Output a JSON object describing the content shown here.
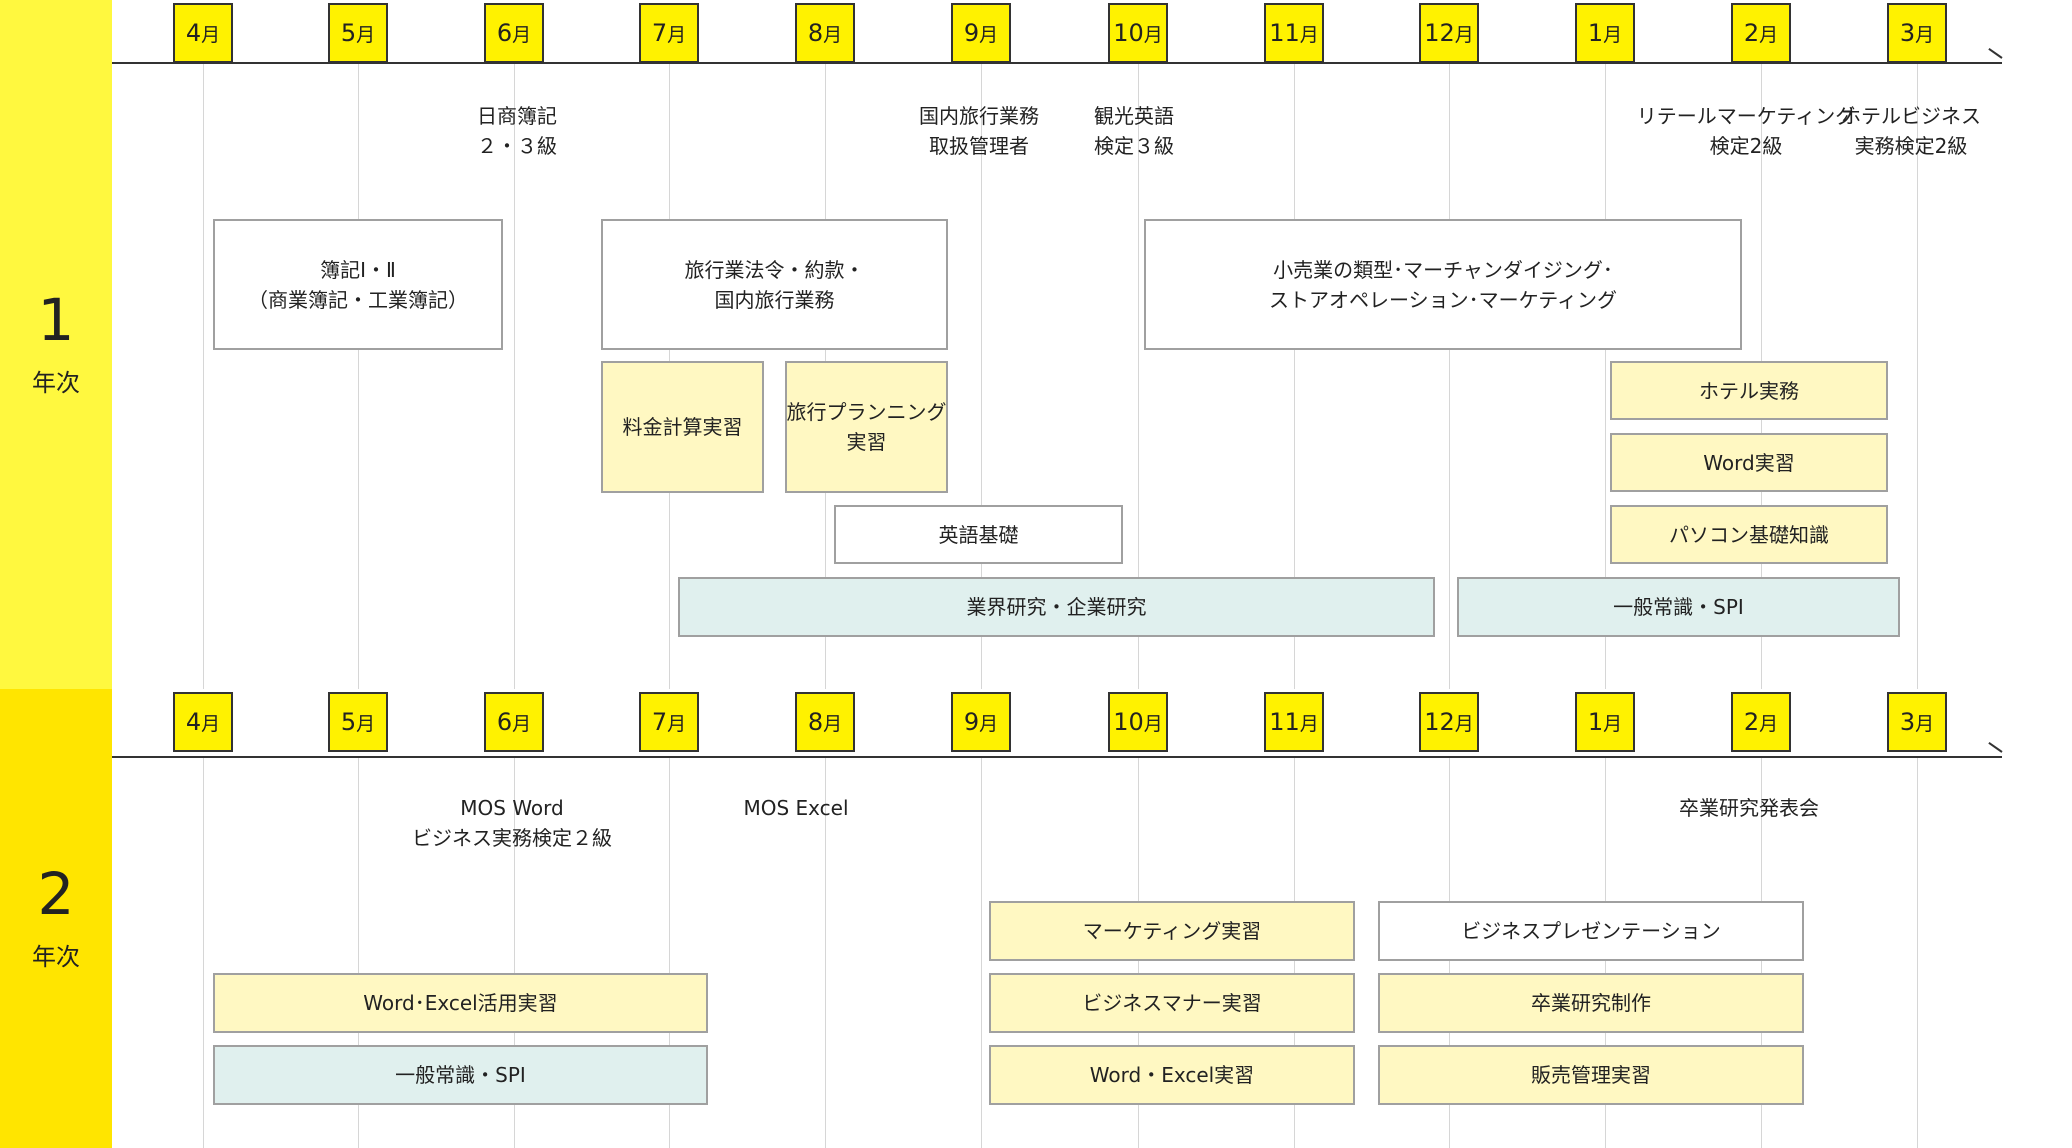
{
  "colors": {
    "year1_band": "#FFF83F",
    "year2_band": "#FFE500",
    "month_badge": "#FFF200",
    "box_white": "#ffffff",
    "box_cream": "#FFF8C2",
    "box_teal": "#E0F0EE"
  },
  "months": [
    {
      "num": "4",
      "unit": "月"
    },
    {
      "num": "5",
      "unit": "月"
    },
    {
      "num": "6",
      "unit": "月"
    },
    {
      "num": "7",
      "unit": "月"
    },
    {
      "num": "8",
      "unit": "月"
    },
    {
      "num": "9",
      "unit": "月"
    },
    {
      "num": "10",
      "unit": "月"
    },
    {
      "num": "11",
      "unit": "月"
    },
    {
      "num": "12",
      "unit": "月"
    },
    {
      "num": "1",
      "unit": "月"
    },
    {
      "num": "2",
      "unit": "月"
    },
    {
      "num": "3",
      "unit": "月"
    }
  ],
  "year1": {
    "number": "1",
    "label": "年次",
    "notes": [
      {
        "lines": [
          "日商簿記",
          "２・３級"
        ]
      },
      {
        "lines": [
          "国内旅行業務",
          "取扱管理者"
        ]
      },
      {
        "lines": [
          "観光英語",
          "検定３級"
        ]
      },
      {
        "lines": [
          "リテールマーケティング",
          "検定2級"
        ]
      },
      {
        "lines": [
          "ホテルビジネス",
          "実務検定2級"
        ]
      }
    ],
    "boxes": [
      {
        "style": "white",
        "lines": [
          "簿記Ⅰ・Ⅱ",
          "（商業簿記・工業簿記）"
        ]
      },
      {
        "style": "white",
        "lines": [
          "旅行業法令・約款・",
          "国内旅行業務"
        ]
      },
      {
        "style": "white",
        "lines": [
          "小売業の類型･マーチャンダイジング･",
          "ストアオペレーション･マーケティング"
        ]
      },
      {
        "style": "cream",
        "lines": [
          "料金計算実習"
        ]
      },
      {
        "style": "cream",
        "lines": [
          "旅行プランニング",
          "実習"
        ]
      },
      {
        "style": "cream",
        "lines": [
          "ホテル実務"
        ]
      },
      {
        "style": "cream",
        "lines": [
          "Word実習"
        ]
      },
      {
        "style": "cream",
        "lines": [
          "パソコン基礎知識"
        ]
      },
      {
        "style": "white",
        "lines": [
          "英語基礎"
        ]
      },
      {
        "style": "teal",
        "lines": [
          "業界研究・企業研究"
        ]
      },
      {
        "style": "teal",
        "lines": [
          "一般常識・SPI"
        ]
      }
    ]
  },
  "year2": {
    "number": "2",
    "label": "年次",
    "notes": [
      {
        "lines": [
          "MOS Word",
          "ビジネス実務検定２級"
        ]
      },
      {
        "lines": [
          "MOS Excel"
        ]
      },
      {
        "lines": [
          "卒業研究発表会"
        ]
      }
    ],
    "boxes": [
      {
        "style": "cream",
        "lines": [
          "マーケティング実習"
        ]
      },
      {
        "style": "white",
        "lines": [
          "ビジネスプレゼンテーション"
        ]
      },
      {
        "style": "cream",
        "lines": [
          "Word･Excel活用実習"
        ]
      },
      {
        "style": "cream",
        "lines": [
          "ビジネスマナー実習"
        ]
      },
      {
        "style": "cream",
        "lines": [
          "卒業研究制作"
        ]
      },
      {
        "style": "teal",
        "lines": [
          "一般常識・SPI"
        ]
      },
      {
        "style": "cream",
        "lines": [
          "Word・Excel実習"
        ]
      },
      {
        "style": "cream",
        "lines": [
          "販売管理実習"
        ]
      }
    ]
  }
}
